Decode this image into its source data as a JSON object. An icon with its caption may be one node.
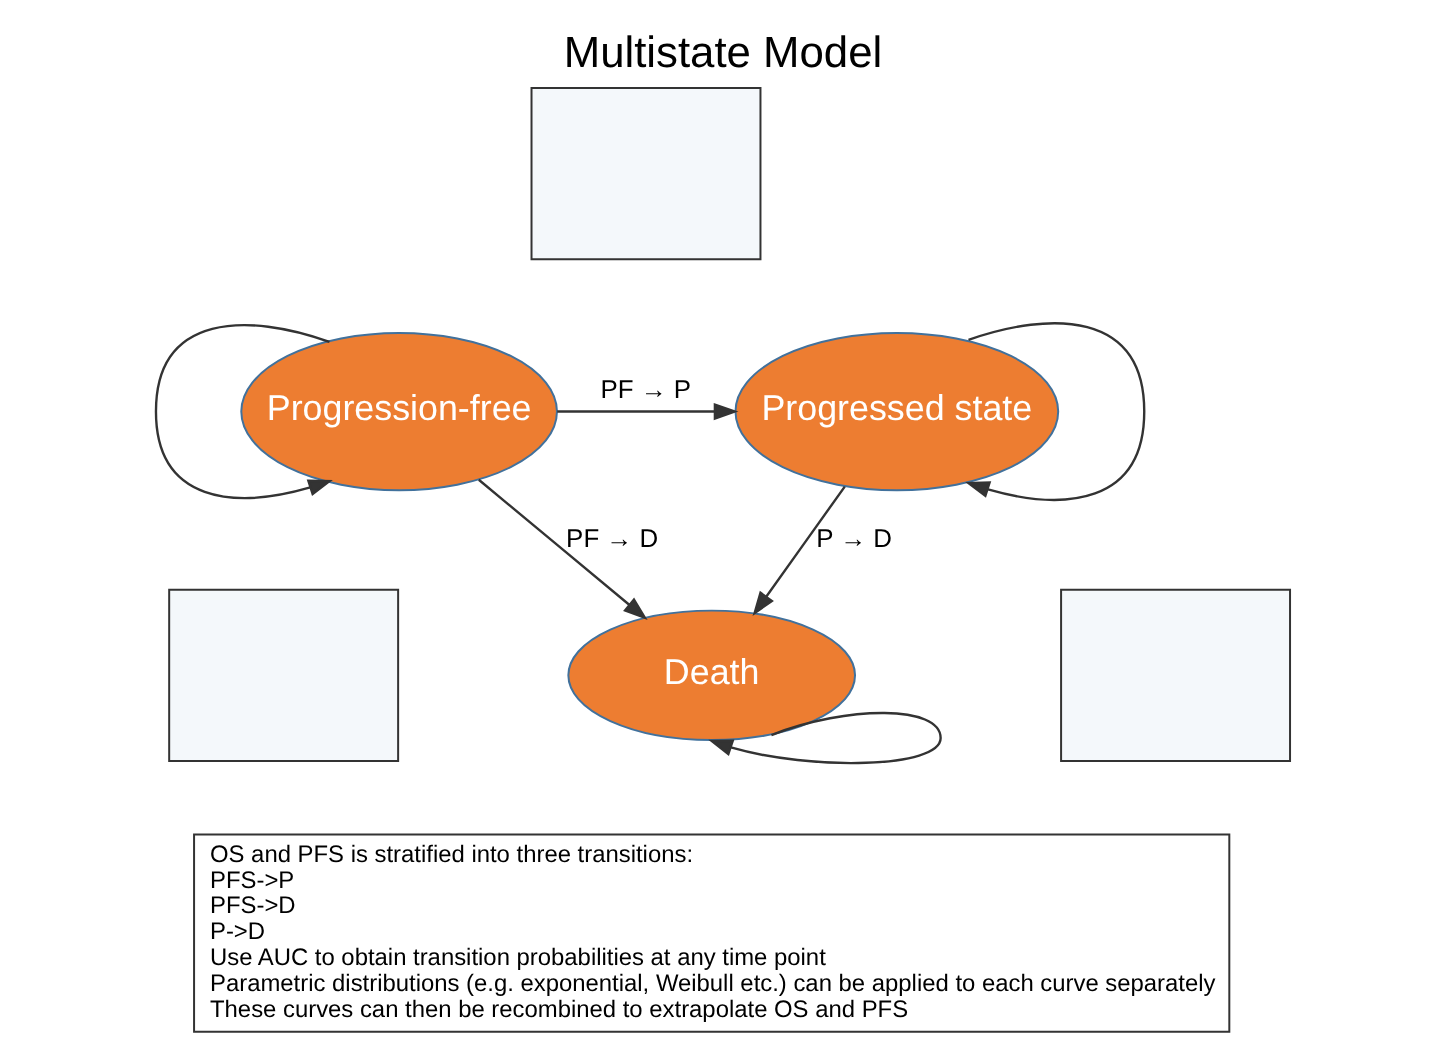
{
  "diagram": {
    "title": "Multistate Model",
    "nodes": [
      {
        "text": [
          "Progression-free"
        ]
      },
      {
        "text": [
          "Progressed state"
        ]
      },
      {
        "text": [
          "Death"
        ]
      },
      {
        "text": [],
        "shape": "box"
      },
      {
        "text": [],
        "shape": "box"
      },
      {
        "text": [],
        "shape": "box"
      },
      {
        "text": [
          "OS and PFS is stratified into three transitions:",
          "PFS->P",
          "PFS->D",
          "P->D",
          "Use AUC to obtain transition probabilities at any time point",
          "Parametric distributions (e.g. exponential, Weibull etc.) can be applied to each curve separately",
          "These curves can then be recombined to extrapolate OS and PFS"
        ]
      }
    ],
    "edges": [
      {
        "from": 0,
        "to": 0,
        "arrow": "to"
      },
      {
        "from": 0,
        "to": 1,
        "arrow": "to",
        "label": "PF → P"
      },
      {
        "from": 1,
        "to": 1,
        "arrow": "to"
      },
      {
        "from": 0,
        "to": 2,
        "arrow": "to",
        "label": "PF → D"
      },
      {
        "from": 1,
        "to": 2,
        "arrow": "to",
        "label": "P → D"
      },
      {
        "from": 2,
        "to": 2,
        "arrow": "to"
      }
    ]
  }
}
